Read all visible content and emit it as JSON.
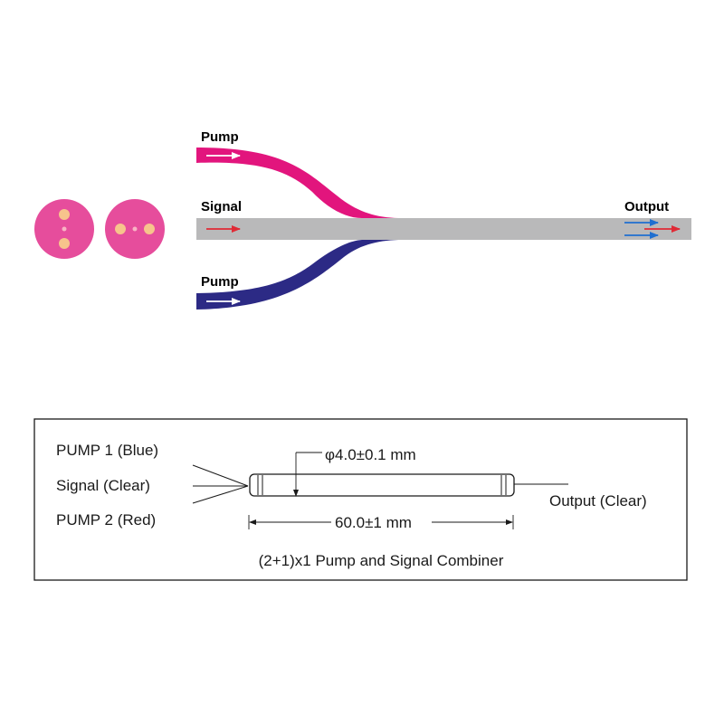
{
  "fiber_diagram": {
    "labels": {
      "pump_top": "Pump",
      "signal": "Signal",
      "pump_bottom": "Pump",
      "output": "Output"
    },
    "colors": {
      "pump_top_fiber": "#e2157d",
      "pump_bottom_fiber": "#2c2a85",
      "signal_fiber": "#b9b9ba",
      "cross_section_cladding": "#e64d9c",
      "cross_section_core_pump": "#f7c48c",
      "cross_section_core_signal": "#f8b3c4",
      "arrow_white": "#ffffff",
      "arrow_red": "#e02a36",
      "arrow_blue": "#1f6fd0"
    },
    "cross_sections": [
      {
        "name": "vertical-arrangement",
        "cores": [
          "pump",
          "signal",
          "pump"
        ]
      },
      {
        "name": "horizontal-arrangement",
        "cores": [
          "pump",
          "signal",
          "pump"
        ]
      }
    ]
  },
  "combiner_spec": {
    "inputs": [
      "PUMP 1 (Blue)",
      "Signal (Clear)",
      "PUMP 2 (Red)"
    ],
    "output": "Output (Clear)",
    "diameter": "φ4.0±0.1 mm",
    "length": "60.0±1 mm",
    "caption": "(2+1)x1 Pump and Signal Combiner"
  }
}
